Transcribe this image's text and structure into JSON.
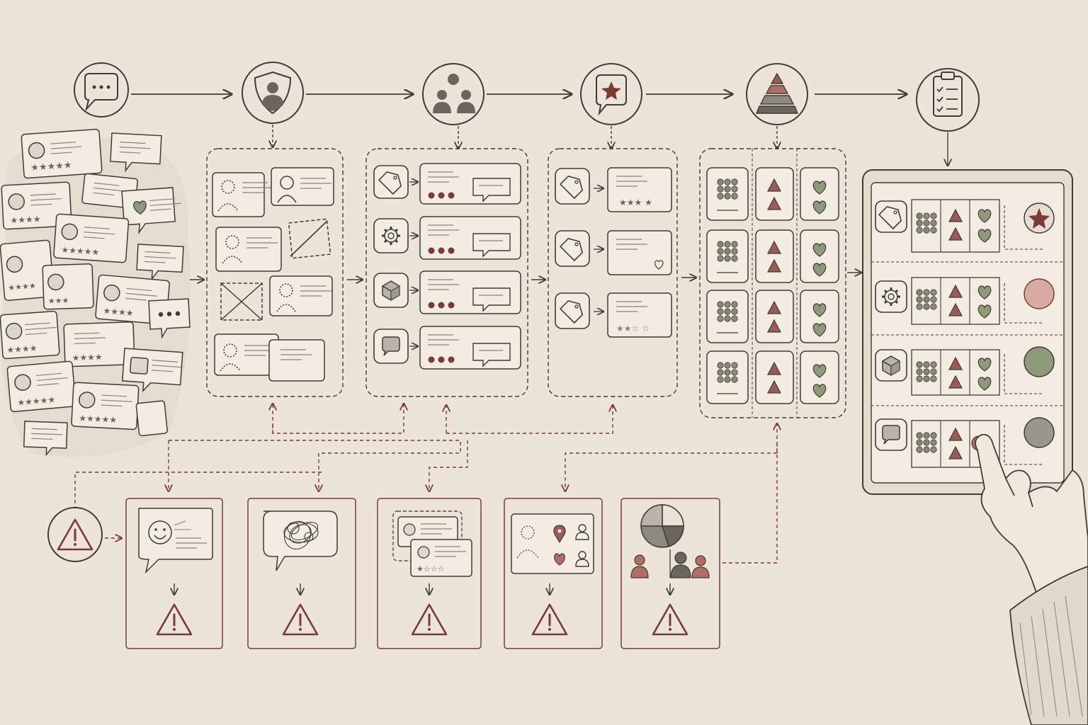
{
  "colors": {
    "paper": "#ece4d8",
    "ink": "#3f3b36",
    "ink_light": "#8a837a",
    "accent_red": "#7a3a36",
    "fill_green": "#7f8a6e",
    "fill_red": "#b06f66",
    "fill_sage": "#8e9a7a",
    "fill_gray": "#8d8880"
  },
  "pipeline_stages": [
    {
      "id": "collect",
      "icon": "speech-bubble-icon"
    },
    {
      "id": "anonymize",
      "icon": "shield-user-icon"
    },
    {
      "id": "categorize",
      "icon": "group-people-icon"
    },
    {
      "id": "rate",
      "icon": "star-bubble-icon"
    },
    {
      "id": "prioritize",
      "icon": "pyramid-icon"
    },
    {
      "id": "report",
      "icon": "clipboard-checklist-icon"
    }
  ],
  "category_icons": [
    "tag-icon",
    "gear-icon",
    "cube-icon",
    "chat-bubble-icon"
  ],
  "report_rows": [
    {
      "icon": "tag-icon",
      "status": "star-badge"
    },
    {
      "icon": "gear-icon",
      "status": "red-circle"
    },
    {
      "icon": "cube-icon",
      "status": "green-circle"
    },
    {
      "icon": "chat-bubble-icon",
      "status": "gray-circle"
    }
  ],
  "risk_icons": [
    "emoji-sarcasm",
    "tangled-scribble",
    "duplicate-reviews",
    "personal-data",
    "demographic-bias"
  ]
}
